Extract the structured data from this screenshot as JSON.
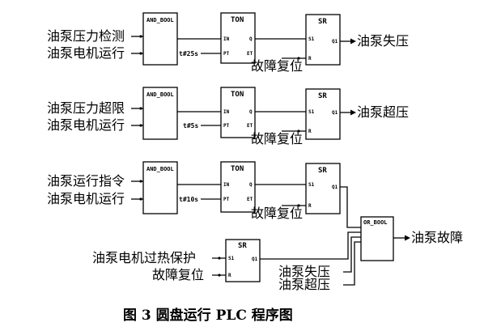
{
  "blocks": {
    "and_label": "AND_BOOL",
    "or_label": "OR_BOOL",
    "ton_label": "TON",
    "sr_label": "SR",
    "pin_in": "IN",
    "pin_q": "Q",
    "pin_pt": "PT",
    "pin_et": "ET",
    "pin_s1": "S1",
    "pin_r": "R",
    "pin_q1": "Q1"
  },
  "rows": [
    {
      "input_1": "油泵压力检测",
      "input_2": "油泵电机运行",
      "preset_time": "t#25s",
      "reset_label": "故障复位",
      "output": "油泵失压"
    },
    {
      "input_1": "油泵压力超限",
      "input_2": "油泵电机运行",
      "preset_time": "t#5s",
      "reset_label": "故障复位",
      "output": "油泵超压"
    },
    {
      "input_1": "油泵运行指令",
      "input_2": "油泵电机运行",
      "preset_time": "t#10s",
      "reset_label": "故障复位"
    }
  ],
  "overheat": {
    "set_input": "油泵电机过热保护",
    "reset_input": "故障复位"
  },
  "fault_or": {
    "input_lost_pressure": "油泵失压",
    "input_over_pressure": "油泵超压",
    "output": "油泵故障"
  },
  "caption": "图 3  圆盘运行 PLC 程序图"
}
